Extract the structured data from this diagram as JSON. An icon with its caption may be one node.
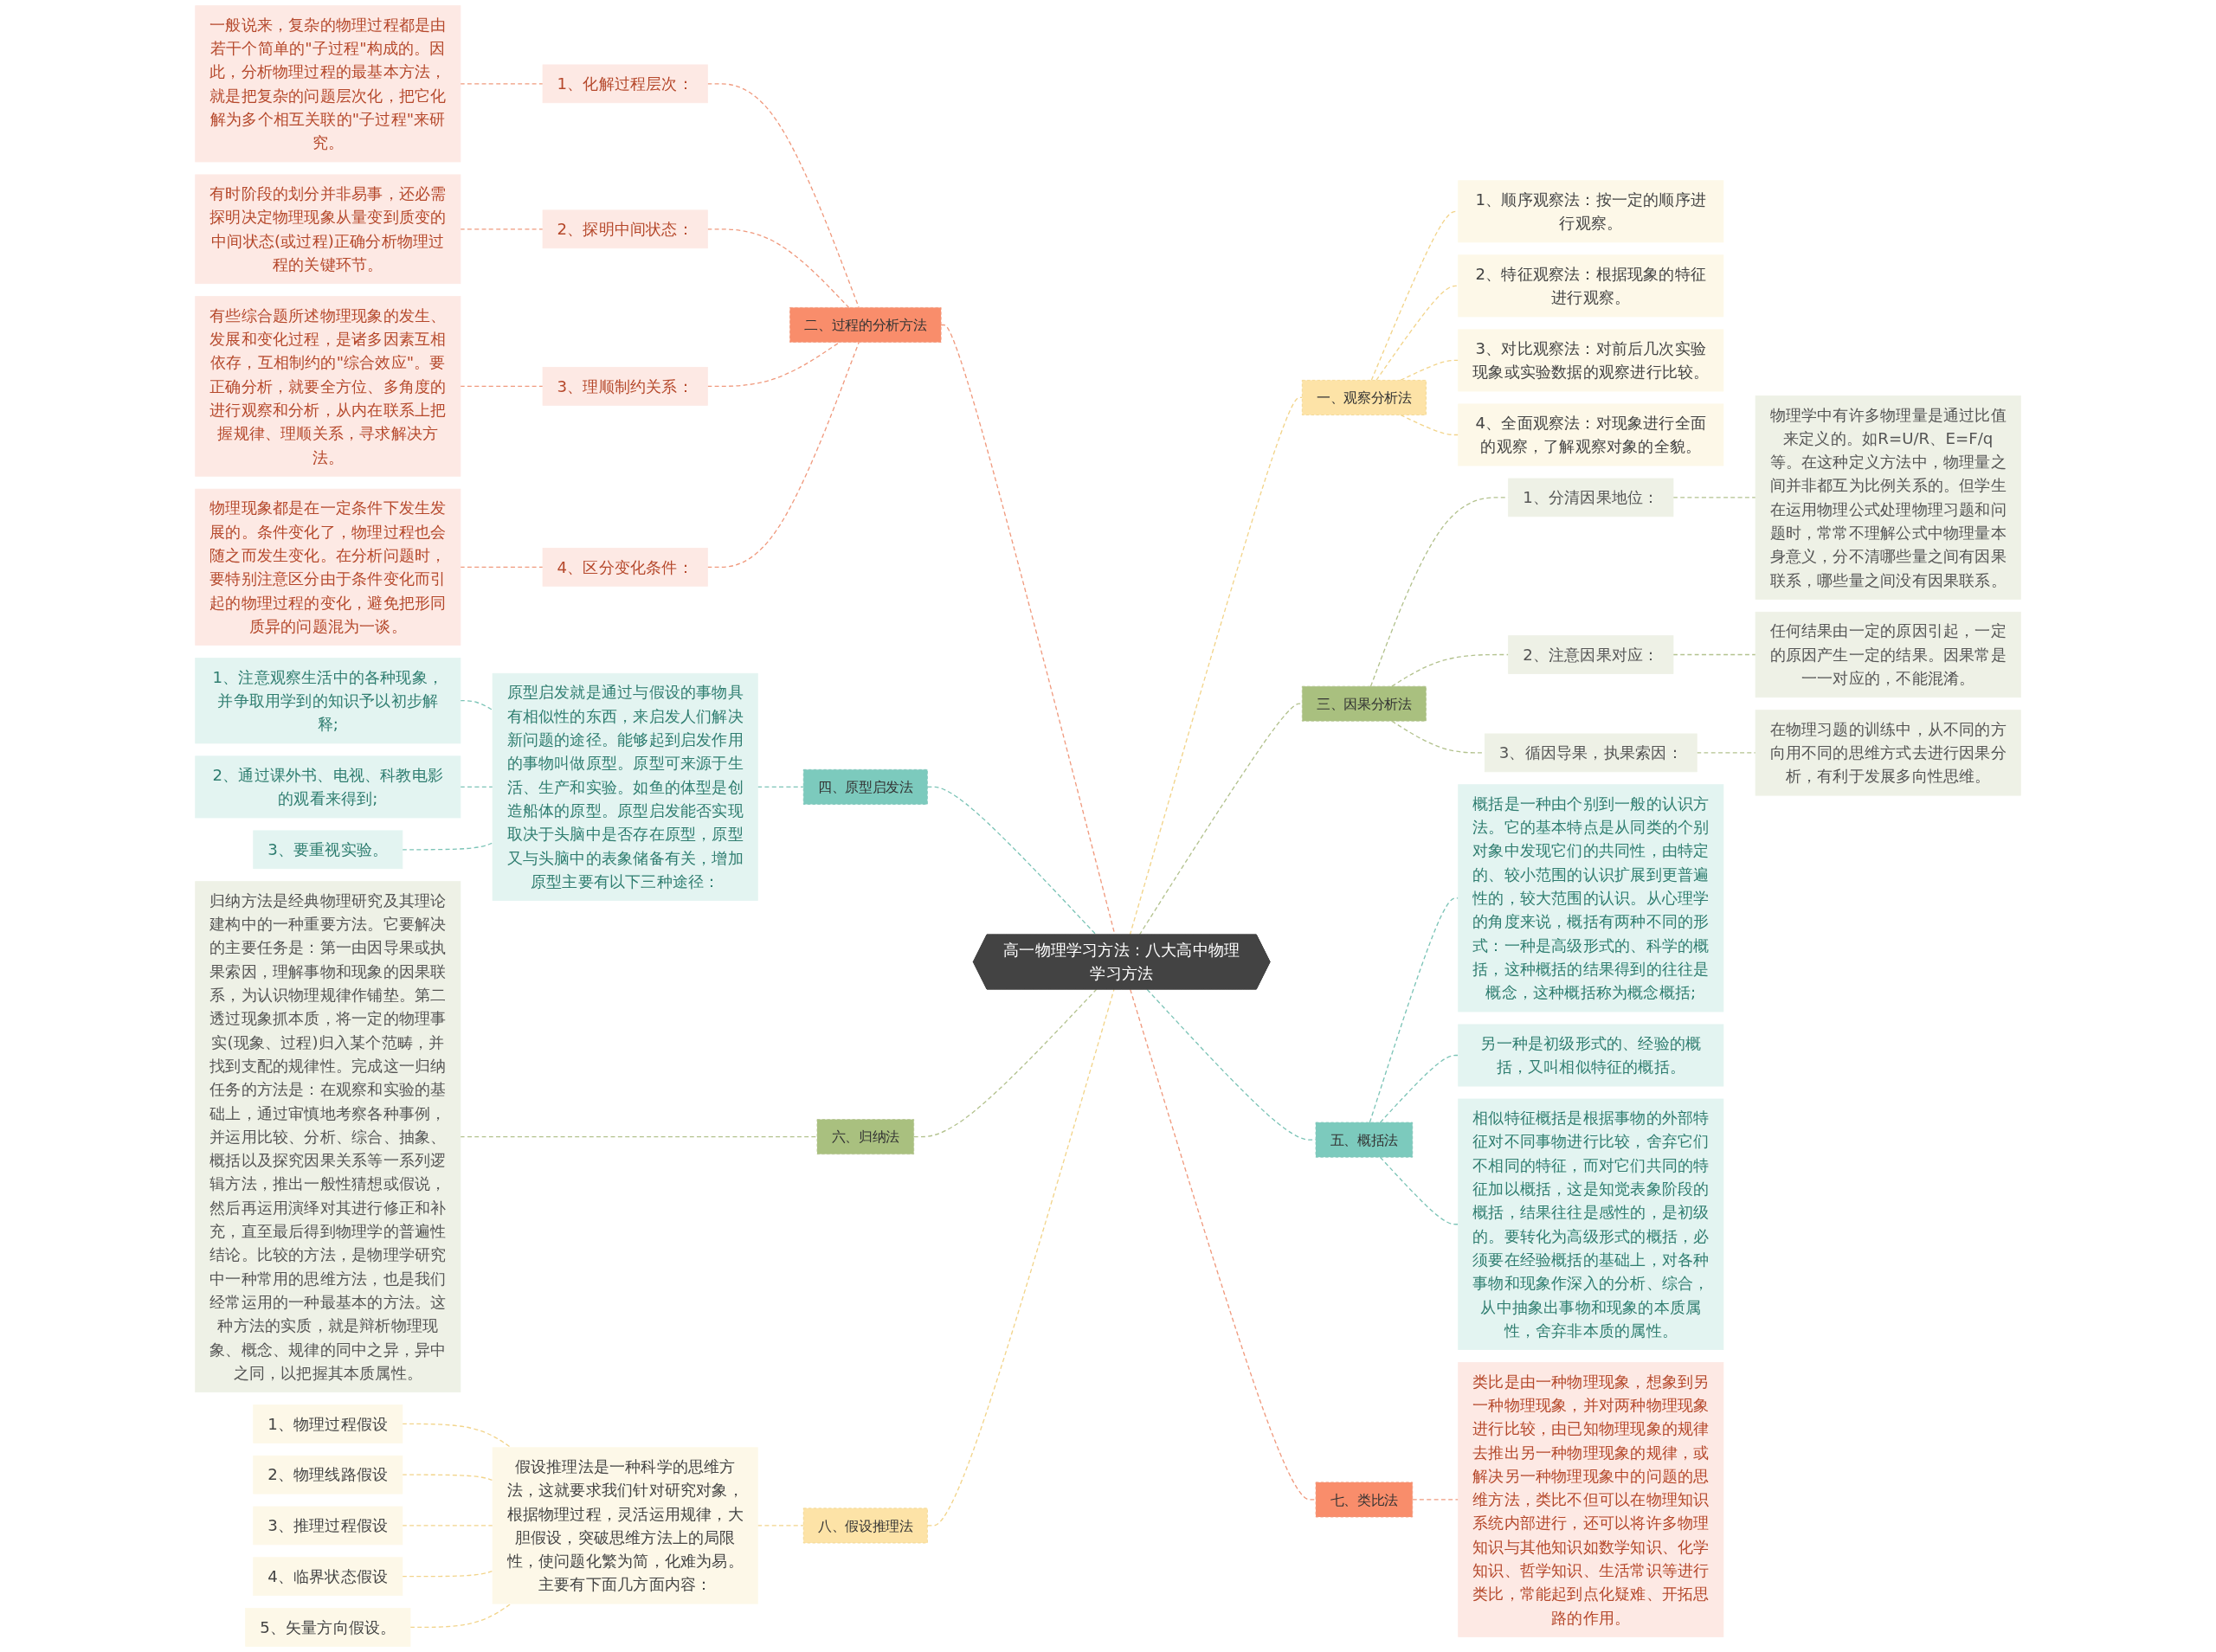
{
  "diagram": {
    "nodes": [
      {
        "text": [
          "高一物理学习方法：八大高中物理学习方法"
        ]
      },
      {
        "text": [
          "一、观察分析法"
        ]
      },
      {
        "text": [
          "1、顺序观察法：按一定的顺序进行观察。"
        ]
      },
      {
        "text": [
          "2、特征观察法：根据现象的特征进行观察。"
        ]
      },
      {
        "text": [
          "3、对比观察法：对前后几次实验现象或实验数据的观察进行比较。"
        ]
      },
      {
        "text": [
          "4、全面观察法：对现象进行全面的观察，了解观察对象的全貌。"
        ]
      },
      {
        "text": [
          "二、过程的分析方法"
        ]
      },
      {
        "text": [
          "1、化解过程层次："
        ]
      },
      {
        "text": [
          "一般说来，复杂的物理过程都是由若干个简单的\"子过程\"构成的。因此，分析物理过程的最基本方法，就是把复杂的问题层次化，把它化解为多个相互关联的\"子过程\"来研究。"
        ]
      },
      {
        "text": [
          "2、探明中间状态："
        ]
      },
      {
        "text": [
          "有时阶段的划分并非易事，还必需探明决定物理现象从量变到质变的中间状态(或过程)正确分析物理过程的关键环节。"
        ]
      },
      {
        "text": [
          "3、理顺制约关系："
        ]
      },
      {
        "text": [
          "有些综合题所述物理现象的发生、发展和变化过程，是诸多因素互相依存，互相制约的\"综合效应\"。要正确分析，就要全方位、多角度的进行观察和分析，从内在联系上把握规律、理顺关系，寻求解决方法。"
        ]
      },
      {
        "text": [
          "4、区分变化条件："
        ]
      },
      {
        "text": [
          "物理现象都是在一定条件下发生发展的。条件变化了，物理过程也会随之而发生变化。在分析问题时，要特别注意区分由于条件变化而引起的物理过程的变化，避免把形同质异的问题混为一谈。"
        ]
      },
      {
        "text": [
          "三、因果分析法"
        ]
      },
      {
        "text": [
          "1、分清因果地位："
        ]
      },
      {
        "text": [
          "物理学中有许多物理量是通过比值来定义的。如R=U/R、E=F/q等。在这种定义方法中，物理量之间并非都互为比例关系的。但学生在运用物理公式处理物理习题和问题时，常常不理解公式中物理量本身意义，分不清哪些量之间有因果联系，哪些量之间没有因果联系。"
        ]
      },
      {
        "text": [
          "2、注意因果对应："
        ]
      },
      {
        "text": [
          "任何结果由一定的原因引起，一定的原因产生一定的结果。因果常是一一对应的，不能混淆。"
        ]
      },
      {
        "text": [
          "3、循因导果，执果索因："
        ]
      },
      {
        "text": [
          "在物理习题的训练中，从不同的方向用不同的思维方式去进行因果分析，有利于发展多向性思维。"
        ]
      },
      {
        "text": [
          "四、原型启发法"
        ]
      },
      {
        "text": [
          "原型启发就是通过与假设的事物具有相似性的东西，来启发人们解决新问题的途径。能够起到启发作用的事物叫做原型。原型可来源于生活、生产和实验。如鱼的体型是创造船体的原型。原型启发能否实现取决于头脑中是否存在原型，原型又与头脑中的表象储备有关，增加原型主要有以下三种途径："
        ]
      },
      {
        "text": [
          "1、注意观察生活中的各种现象，并争取用学到的知识予以初步解释;"
        ]
      },
      {
        "text": [
          "2、通过课外书、电视、科教电影的观看来得到;"
        ]
      },
      {
        "text": [
          "3、要重视实验。"
        ]
      },
      {
        "text": [
          "五、概括法"
        ]
      },
      {
        "text": [
          "概括是一种由个别到一般的认识方法。它的基本特点是从同类的个别对象中发现它们的共同性，由特定的、较小范围的认识扩展到更普遍性的，较大范围的认识。从心理学的角度来说，概括有两种不同的形式：一种是高级形式的、科学的概括，这种概括的结果得到的往往是概念，这种概括称为概念概括;"
        ]
      },
      {
        "text": [
          "另一种是初级形式的、经验的概括，又叫相似特征的概括。"
        ]
      },
      {
        "text": [
          "相似特征概括是根据事物的外部特征对不同事物进行比较，舍弃它们不相同的特征，而对它们共同的特征加以概括，这是知觉表象阶段的概括，结果往往是感性的，是初级的。要转化为高级形式的概括，必须要在经验概括的基础上，对各种事物和现象作深入的分析、综合，从中抽象出事物和现象的本质属性，舍弃非本质的属性。"
        ]
      },
      {
        "text": [
          "六、归纳法"
        ]
      },
      {
        "text": [
          "归纳方法是经典物理研究及其理论建构中的一种重要方法。它要解决的主要任务是：第一由因导果或执果索因，理解事物和现象的因果联系，为认识物理规律作铺垫。第二透过现象抓本质，将一定的物理事实(现象、过程)归入某个范畴，并找到支配的规律性。完成这一归纳任务的方法是：在观察和实验的基础上，通过审慎地考察各种事例，并运用比较、分析、综合、抽象、概括以及探究因果关系等一系列逻辑方法，推出一般性猜想或假说，然后再运用演绎对其进行修正和补充，直至最后得到物理学的普遍性结论。比较的方法，是物理学研究中一种常用的思维方法，也是我们经常运用的一种最基本的方法。这种方法的实质，就是辩析物理现象、概念、规律的同中之异，异中之同，以把握其本质属性。"
        ]
      },
      {
        "text": [
          "七、类比法"
        ]
      },
      {
        "text": [
          "类比是由一种物理现象，想象到另一种物理现象，并对两种物理现象进行比较，由已知物理现象的规律去推出另一种物理现象的规律，或解决另一种物理现象中的问题的思维方法，类比不但可以在物理知识系统内部进行，还可以将许多物理知识与其他知识如数学知识、化学知识、哲学知识、生活常识等进行类比，常能起到点化疑难、开拓思路的作用。"
        ]
      },
      {
        "text": [
          "八、假设推理法"
        ]
      },
      {
        "text": [
          "假设推理法是一种科学的思维方法，这就要求我们针对研究对象，根据物理过程，灵活运用规律，大胆假设，突破思维方法上的局限性，使问题化繁为简，化难为易。主要有下面几方面内容："
        ]
      },
      {
        "text": [
          "1、物理过程假设"
        ]
      },
      {
        "text": [
          "2、物理线路假设"
        ]
      },
      {
        "text": [
          "3、推理过程假设"
        ]
      },
      {
        "text": [
          "4、临界状态假设"
        ]
      },
      {
        "text": [
          "5、矢量方向假设。"
        ]
      }
    ],
    "edges": [
      {
        "from": 0,
        "to": 1,
        "arrow": "none",
        "style": "dashed",
        "color": "#f2d48a"
      },
      {
        "from": 1,
        "to": 2,
        "arrow": "none",
        "style": "dashed",
        "color": "#f2d48a"
      },
      {
        "from": 1,
        "to": 3,
        "arrow": "none",
        "style": "dashed",
        "color": "#f2d48a"
      },
      {
        "from": 1,
        "to": 4,
        "arrow": "none",
        "style": "dashed",
        "color": "#f2d48a"
      },
      {
        "from": 1,
        "to": 5,
        "arrow": "none",
        "style": "dashed",
        "color": "#f2d48a"
      },
      {
        "from": 0,
        "to": 6,
        "arrow": "none",
        "style": "dashed",
        "color": "#f09a7e"
      },
      {
        "from": 6,
        "to": 7,
        "arrow": "none",
        "style": "dashed",
        "color": "#f09a7e"
      },
      {
        "from": 7,
        "to": 8,
        "arrow": "none",
        "style": "dashed",
        "color": "#f09a7e"
      },
      {
        "from": 6,
        "to": 9,
        "arrow": "none",
        "style": "dashed",
        "color": "#f09a7e"
      },
      {
        "from": 9,
        "to": 10,
        "arrow": "none",
        "style": "dashed",
        "color": "#f09a7e"
      },
      {
        "from": 6,
        "to": 11,
        "arrow": "none",
        "style": "dashed",
        "color": "#f09a7e"
      },
      {
        "from": 11,
        "to": 12,
        "arrow": "none",
        "style": "dashed",
        "color": "#f09a7e"
      },
      {
        "from": 6,
        "to": 13,
        "arrow": "none",
        "style": "dashed",
        "color": "#f09a7e"
      },
      {
        "from": 13,
        "to": 14,
        "arrow": "none",
        "style": "dashed",
        "color": "#f09a7e"
      },
      {
        "from": 0,
        "to": 15,
        "arrow": "none",
        "style": "dashed",
        "color": "#b3c28e"
      },
      {
        "from": 15,
        "to": 16,
        "arrow": "none",
        "style": "dashed",
        "color": "#b3c28e"
      },
      {
        "from": 16,
        "to": 17,
        "arrow": "none",
        "style": "dashed",
        "color": "#b3c28e"
      },
      {
        "from": 15,
        "to": 18,
        "arrow": "none",
        "style": "dashed",
        "color": "#b3c28e"
      },
      {
        "from": 18,
        "to": 19,
        "arrow": "none",
        "style": "dashed",
        "color": "#b3c28e"
      },
      {
        "from": 15,
        "to": 20,
        "arrow": "none",
        "style": "dashed",
        "color": "#b3c28e"
      },
      {
        "from": 20,
        "to": 21,
        "arrow": "none",
        "style": "dashed",
        "color": "#b3c28e"
      },
      {
        "from": 0,
        "to": 22,
        "arrow": "none",
        "style": "dashed",
        "color": "#7cc4b7"
      },
      {
        "from": 22,
        "to": 23,
        "arrow": "none",
        "style": "dashed",
        "color": "#7cc4b7"
      },
      {
        "from": 23,
        "to": 24,
        "arrow": "none",
        "style": "dashed",
        "color": "#7cc4b7"
      },
      {
        "from": 23,
        "to": 25,
        "arrow": "none",
        "style": "dashed",
        "color": "#7cc4b7"
      },
      {
        "from": 23,
        "to": 26,
        "arrow": "none",
        "style": "dashed",
        "color": "#7cc4b7"
      },
      {
        "from": 0,
        "to": 27,
        "arrow": "none",
        "style": "dashed",
        "color": "#7cc4b7"
      },
      {
        "from": 27,
        "to": 28,
        "arrow": "none",
        "style": "dashed",
        "color": "#7cc4b7"
      },
      {
        "from": 27,
        "to": 29,
        "arrow": "none",
        "style": "dashed",
        "color": "#7cc4b7"
      },
      {
        "from": 27,
        "to": 30,
        "arrow": "none",
        "style": "dashed",
        "color": "#7cc4b7"
      },
      {
        "from": 0,
        "to": 31,
        "arrow": "none",
        "style": "dashed",
        "color": "#b3c28e"
      },
      {
        "from": 31,
        "to": 32,
        "arrow": "none",
        "style": "dashed",
        "color": "#b3c28e"
      },
      {
        "from": 0,
        "to": 33,
        "arrow": "none",
        "style": "dashed",
        "color": "#f09a7e"
      },
      {
        "from": 33,
        "to": 34,
        "arrow": "none",
        "style": "dashed",
        "color": "#f09a7e"
      },
      {
        "from": 0,
        "to": 35,
        "arrow": "none",
        "style": "dashed",
        "color": "#f2d48a"
      },
      {
        "from": 35,
        "to": 36,
        "arrow": "none",
        "style": "dashed",
        "color": "#f2d48a"
      },
      {
        "from": 36,
        "to": 37,
        "arrow": "none",
        "style": "dashed",
        "color": "#f2d48a"
      },
      {
        "from": 36,
        "to": 38,
        "arrow": "none",
        "style": "dashed",
        "color": "#f2d48a"
      },
      {
        "from": 36,
        "to": 39,
        "arrow": "none",
        "style": "dashed",
        "color": "#f2d48a"
      },
      {
        "from": 36,
        "to": 40,
        "arrow": "none",
        "style": "dashed",
        "color": "#f2d48a"
      },
      {
        "from": 36,
        "to": 41,
        "arrow": "none",
        "style": "dashed",
        "color": "#f2d48a"
      }
    ]
  }
}
